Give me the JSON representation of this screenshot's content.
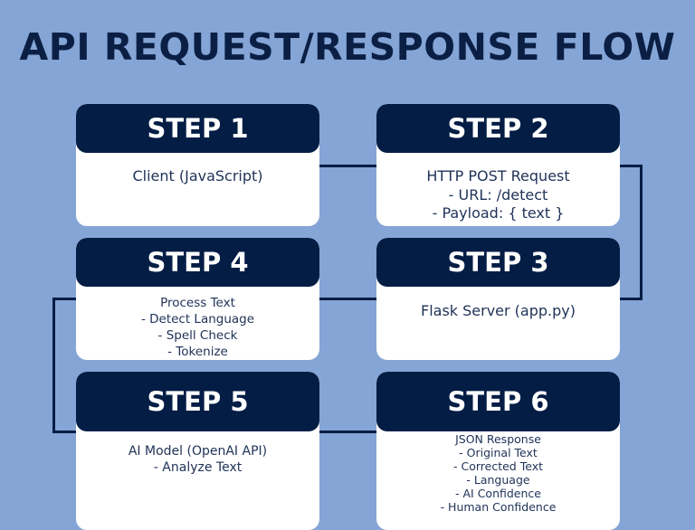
{
  "title": "API REQUEST/RESPONSE FLOW",
  "colors": {
    "background": "#84a5d5",
    "header": "#031d45",
    "card": "#ffffff"
  },
  "steps": [
    {
      "label": "STEP 1",
      "text": "Client (JavaScript)"
    },
    {
      "label": "STEP 2",
      "text": "HTTP POST Request\n- URL: /detect\n- Payload: { text }"
    },
    {
      "label": "STEP 3",
      "text": "Flask Server (app.py)"
    },
    {
      "label": "STEP 4",
      "text": "Process Text\n- Detect Language\n- Spell Check\n- Tokenize"
    },
    {
      "label": "STEP 5",
      "text": "AI Model (OpenAI API)\n- Analyze Text"
    },
    {
      "label": "STEP 6",
      "text": "JSON Response\n- Original Text\n- Corrected Text\n- Language\n- AI Confidence\n- Human Confidence"
    }
  ]
}
